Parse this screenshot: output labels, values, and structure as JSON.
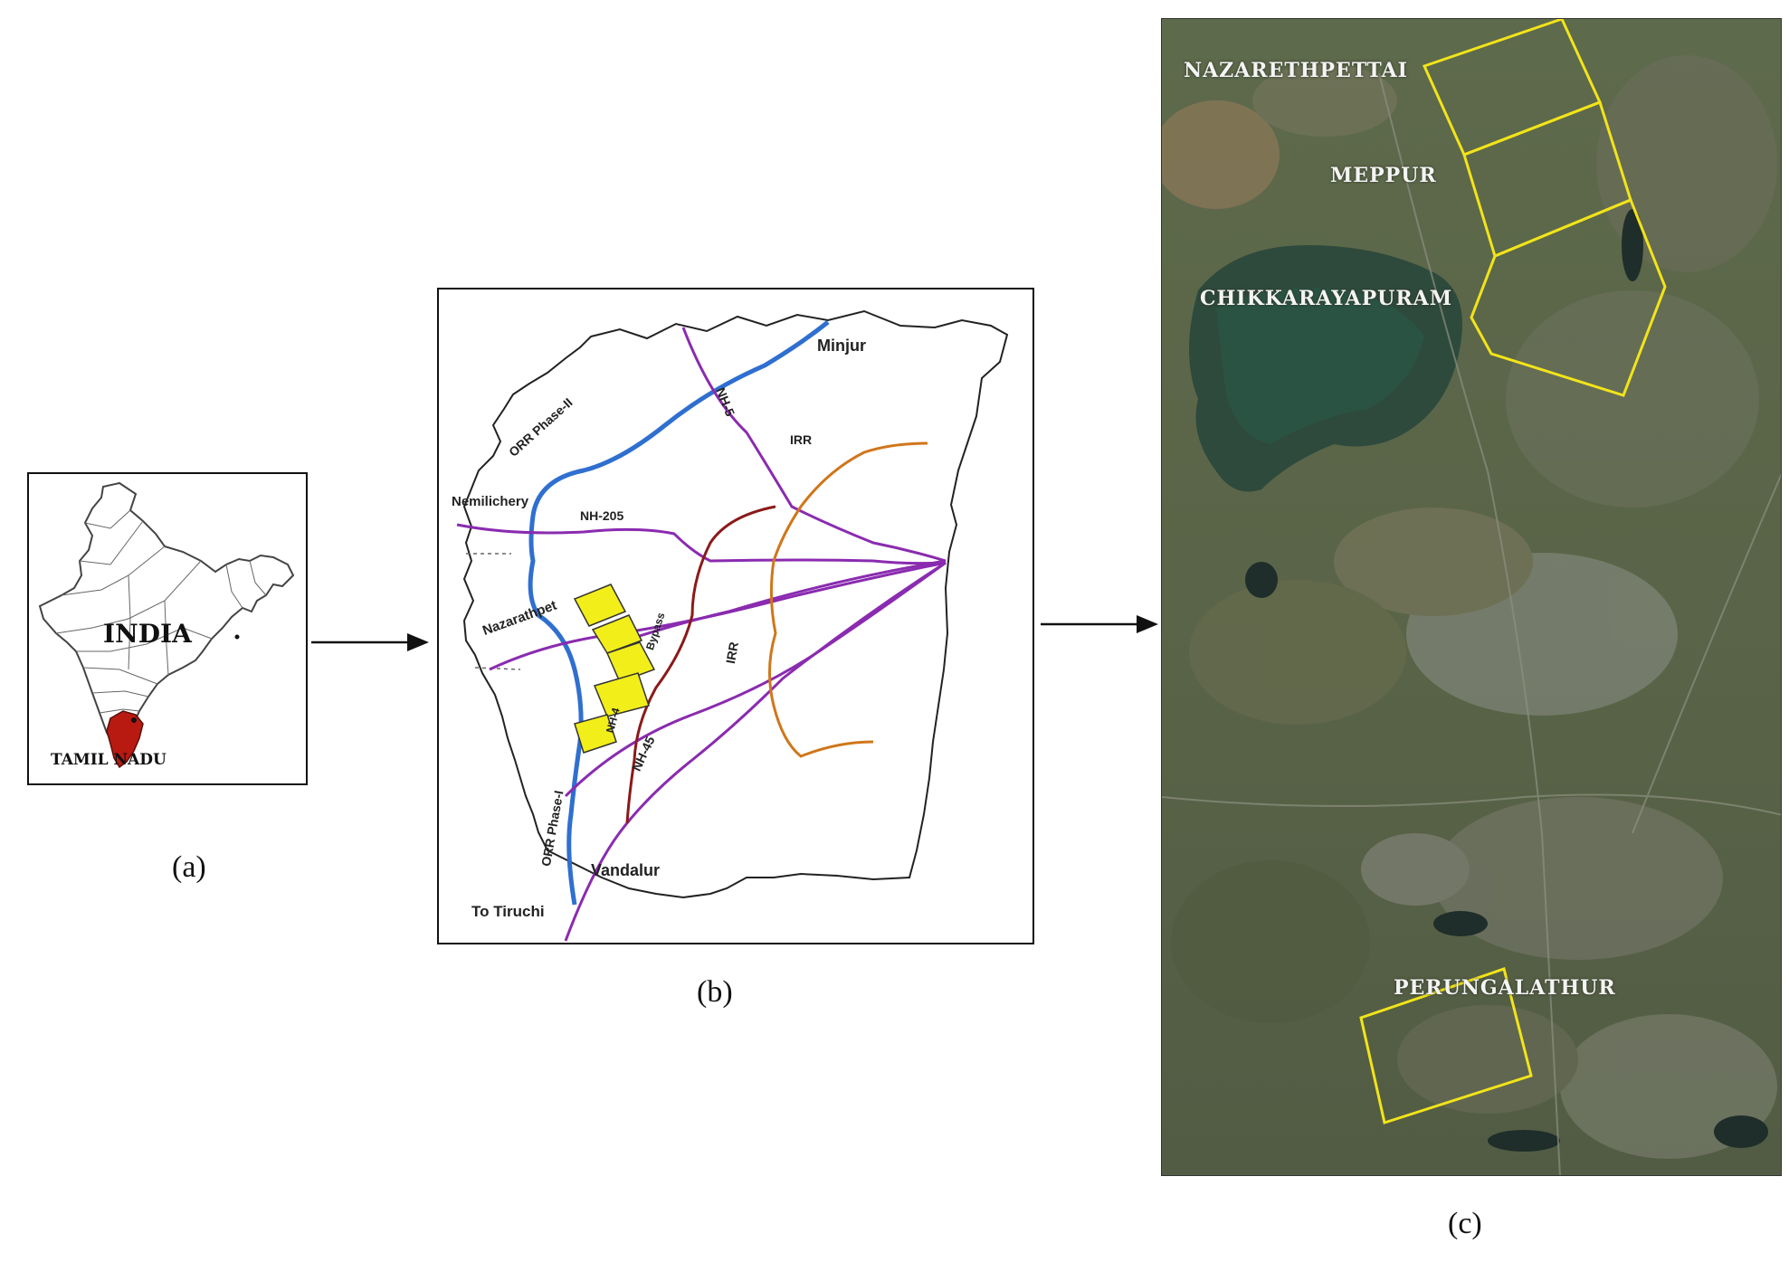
{
  "panel_a": {
    "country_label": "INDIA",
    "state_label": "TAMIL NADU",
    "caption": "(a)",
    "colors": {
      "state": "#b81a12",
      "outline": "#444444"
    }
  },
  "panel_b": {
    "caption": "(b)",
    "labels": {
      "minjur": "Minjur",
      "nemilichery": "Nemilichery",
      "nazarathpet": "Nazarathpet",
      "vandalur": "Vandalur",
      "to_tiruchi": "To Tiruchi",
      "orr_phase_ii": "ORR Phase-II",
      "orr_phase_i": "ORR Phase-I",
      "nh5": "NH-5",
      "nh205": "NH-205",
      "nh45": "NH-45",
      "irr_top": "IRR",
      "irr_mid": "IRR",
      "bypass": "Bypass",
      "nh4": "NH-4"
    },
    "colors": {
      "orr": "#2f6fd0",
      "nh": "#8a2bb0",
      "irr": "#d0761a",
      "bypass": "#8b1a1a",
      "study_area": "#f2ee1a"
    }
  },
  "panel_c": {
    "caption": "(c)",
    "labels": {
      "nazarethpettai": "NAZARETHPETTAI",
      "meppur": "MEPPUR",
      "chikkarayapuram": "CHIKKARAYAPURAM",
      "perungalathur": "PERUNGALATHUR"
    },
    "colors": {
      "boundary": "#f2e419",
      "water": "#2e4a3c",
      "land": "#5a6448"
    }
  }
}
